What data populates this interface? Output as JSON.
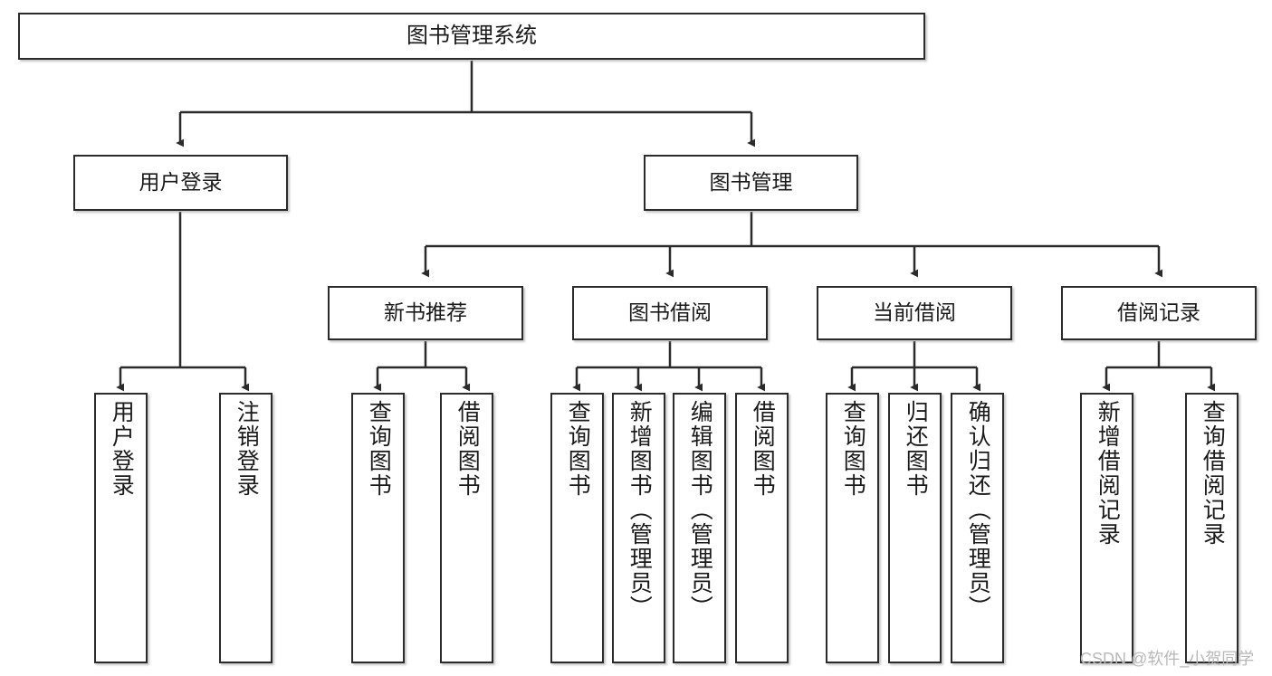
{
  "diagram": {
    "title": "图书管理系统",
    "type": "hierarchy-tree",
    "watermark": "CSDN @软件_小贺同学",
    "colors": {
      "box_border": "#2b2b2b",
      "box_fill": "#ffffff",
      "edge": "#2b2b2b",
      "text": "#1a1a1a",
      "watermark": "#b8b8b8"
    },
    "nodes": {
      "root": {
        "label": "图书管理系统",
        "level": 1
      },
      "l2": [
        {
          "id": "user-login",
          "label": "用户登录",
          "level": 2
        },
        {
          "id": "book-manage",
          "label": "图书管理",
          "level": 2
        }
      ],
      "l3": [
        {
          "id": "new-book-rec",
          "label": "新书推荐",
          "level": 3
        },
        {
          "id": "book-borrow",
          "label": "图书借阅",
          "level": 3
        },
        {
          "id": "current-borrow",
          "label": "当前借阅",
          "level": 3
        },
        {
          "id": "borrow-record",
          "label": "借阅记录",
          "level": 3
        }
      ],
      "leaves": [
        {
          "id": "leaf-user-login",
          "label": "用户登录",
          "parent": "user-login"
        },
        {
          "id": "leaf-logout",
          "label": "注销登录",
          "parent": "user-login"
        },
        {
          "id": "leaf-query-book-1",
          "label": "查询图书",
          "parent": "new-book-rec"
        },
        {
          "id": "leaf-borrow-book-1",
          "label": "借阅图书",
          "parent": "new-book-rec"
        },
        {
          "id": "leaf-query-book-2",
          "label": "查询图书",
          "parent": "book-borrow"
        },
        {
          "id": "leaf-add-book",
          "label": "新增图书（管理员）",
          "parent": "book-borrow"
        },
        {
          "id": "leaf-edit-book",
          "label": "编辑图书（管理员）",
          "parent": "book-borrow"
        },
        {
          "id": "leaf-borrow-book-2",
          "label": "借阅图书",
          "parent": "book-borrow"
        },
        {
          "id": "leaf-query-book-3",
          "label": "查询图书",
          "parent": "current-borrow"
        },
        {
          "id": "leaf-return-book",
          "label": "归还图书",
          "parent": "current-borrow"
        },
        {
          "id": "leaf-confirm-return",
          "label": "确认归还（管理员）",
          "parent": "current-borrow"
        },
        {
          "id": "leaf-add-record",
          "label": "新增借阅记录",
          "parent": "borrow-record"
        },
        {
          "id": "leaf-query-record",
          "label": "查询借阅记录",
          "parent": "borrow-record"
        }
      ]
    }
  }
}
